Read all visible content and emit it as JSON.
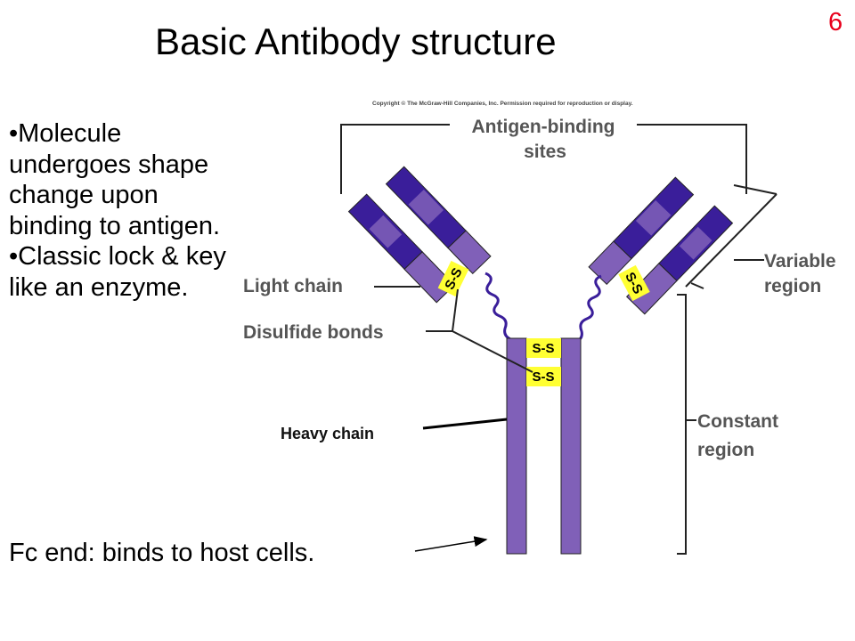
{
  "slide": {
    "title": "Basic Antibody structure",
    "number": "6",
    "bullets": [
      "•Molecule undergoes shape change upon binding to antigen.",
      "•Classic lock & key like an enzyme."
    ],
    "footer": "Fc end:  binds to host cells."
  },
  "diagram": {
    "copyright": "Copyright © The McGraw-Hill Companies, Inc. Permission required for reproduction or display.",
    "labels": {
      "antigen_binding_line1": "Antigen-binding",
      "antigen_binding_line2": "sites",
      "light_chain": "Light chain",
      "disulfide_bonds": "Disulfide bonds",
      "heavy_chain": "Heavy chain",
      "variable_line1": "Variable",
      "variable_line2": "region",
      "constant_line1": "Constant",
      "constant_line2": "region",
      "ss_bond": "S-S"
    }
  },
  "colors": {
    "chain_dark": "#3a1e9a",
    "chain_light": "#8060b8",
    "disulfide": "#ffff33",
    "slide_number": "#e8001c"
  }
}
